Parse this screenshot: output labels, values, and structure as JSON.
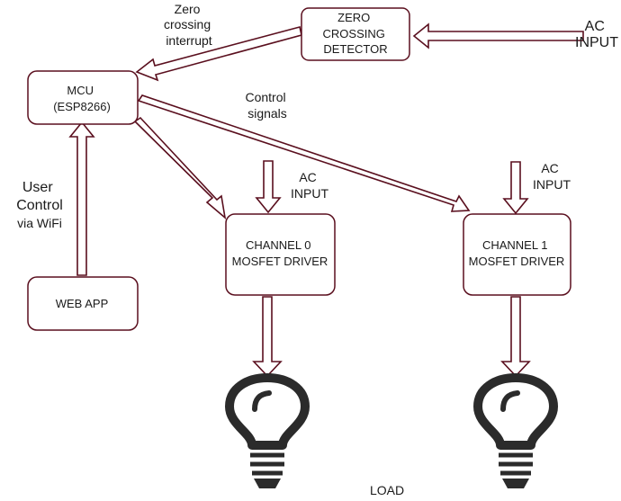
{
  "nodes": {
    "zero_crossing_detector": [
      "ZERO",
      "CROSSING",
      "DETECTOR"
    ],
    "mcu": [
      "MCU",
      "(ESP8266)"
    ],
    "web_app": [
      "WEB APP"
    ],
    "channel0": [
      "CHANNEL 0",
      "MOSFET DRIVER"
    ],
    "channel1": [
      "CHANNEL 1",
      "MOSFET DRIVER"
    ]
  },
  "labels": {
    "ac_input_top": [
      "AC",
      "INPUT"
    ],
    "ac_input_ch0": [
      "AC",
      "INPUT"
    ],
    "ac_input_ch1": [
      "AC",
      "INPUT"
    ],
    "zero_crossing_interrupt": [
      "Zero",
      "crossing",
      "interrupt"
    ],
    "control_signals": [
      "Control",
      "signals"
    ],
    "user_control": [
      "User",
      "Control"
    ],
    "via_wifi": "via WiFi",
    "load": "LOAD"
  },
  "icons": [
    "lightbulb-icon",
    "lightbulb-icon"
  ],
  "colors": {
    "stroke": "#5a0f1e",
    "text": "#1a1a1a",
    "fill": "#ffffff"
  }
}
